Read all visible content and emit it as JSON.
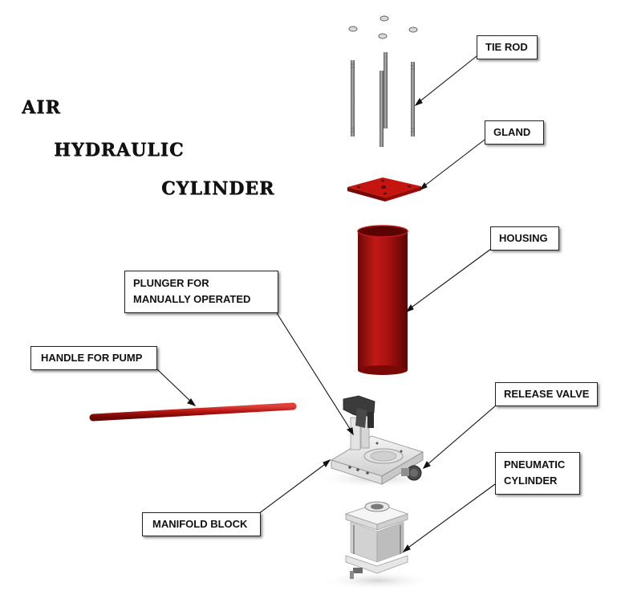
{
  "title": {
    "line1": "AIR",
    "line2": "HYDRAULIC",
    "line3": "CYLINDER"
  },
  "labels": {
    "tie_rod": "TIE ROD",
    "gland": "GLAND",
    "housing": "HOUSING",
    "plunger_line1": "PLUNGER FOR",
    "plunger_line2": "MANUALLY OPERATED",
    "handle": "HANDLE FOR PUMP",
    "release_valve": "RELEASE VALVE",
    "pneumatic_line1": "PNEUMATIC",
    "pneumatic_line2": "CYLINDER",
    "manifold": "MANIFOLD BLOCK"
  },
  "colors": {
    "part_red": "#b0100f",
    "part_gray": "#8a8a8a",
    "part_light": "#e8e8e8",
    "leader_line": "#111111"
  }
}
